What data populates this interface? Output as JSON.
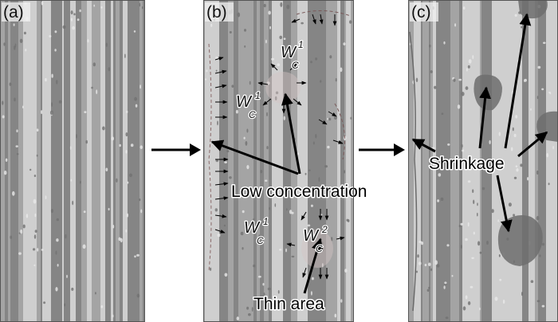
{
  "figure": {
    "panels": [
      {
        "label": "(a)"
      },
      {
        "label": "(b)"
      },
      {
        "label": "(c)"
      }
    ],
    "annotations": {
      "low_concentration": "Low concentration",
      "thin_area": "Thin area",
      "shrinkage": "Shrinkage"
    },
    "symbols": {
      "w_c1": {
        "base": "W",
        "sub": "C",
        "sup": "1"
      },
      "w_c2": {
        "base": "W",
        "sub": "C",
        "sup": "2"
      }
    },
    "colors": {
      "fiber_dark": "#858585",
      "fiber_mid": "#a4a4a4",
      "fiber_light": "#cfcfcf",
      "shrinkage_region": "#6d6d6d",
      "arrow": "#000000"
    }
  }
}
